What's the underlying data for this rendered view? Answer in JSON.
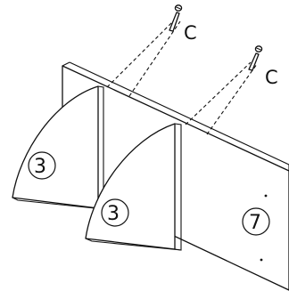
{
  "diagram": {
    "type": "assembly-instruction",
    "parts": [
      {
        "id": "3"
      },
      {
        "id": "3"
      },
      {
        "id": "7"
      }
    ],
    "fasteners": [
      {
        "id": "C"
      },
      {
        "id": "C"
      }
    ]
  }
}
